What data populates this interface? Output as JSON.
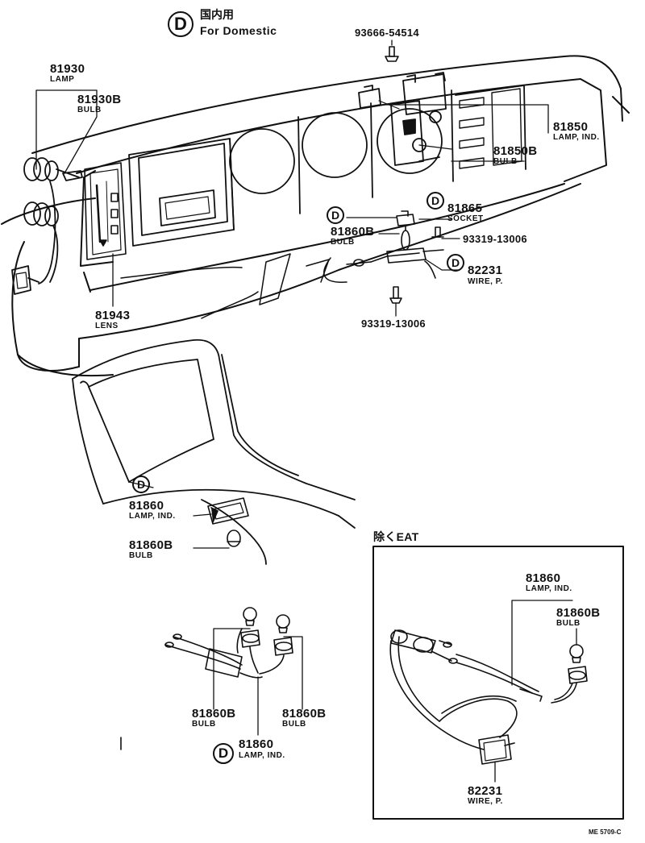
{
  "legend": {
    "symbol": "D",
    "jp": "国内用",
    "en": "For Domestic"
  },
  "parts": {
    "p93666": {
      "number": "93666-54514"
    },
    "p81930": {
      "number": "81930",
      "name": "LAMP"
    },
    "p81930b": {
      "number": "81930B",
      "name": "BULB"
    },
    "p81850": {
      "number": "81850",
      "name": "LAMP, IND."
    },
    "p81850b": {
      "number": "81850B",
      "name": "BULB"
    },
    "p81865": {
      "number": "81865",
      "name": "SOCKET"
    },
    "p81860b_top": {
      "number": "81860B",
      "name": "BULB"
    },
    "p93319_a": {
      "number": "93319-13006"
    },
    "p82231_top": {
      "number": "82231",
      "name": "WIRE, P."
    },
    "p93319_b": {
      "number": "93319-13006"
    },
    "p81943": {
      "number": "81943",
      "name": "LENS"
    },
    "p81860_console": {
      "number": "81860",
      "name": "LAMP, IND."
    },
    "p81860b_console": {
      "number": "81860B",
      "name": "BULB"
    },
    "p81860b_left": {
      "number": "81860B",
      "name": "BULB"
    },
    "p81860b_right": {
      "number": "81860B",
      "name": "BULB"
    },
    "p81860_bottom": {
      "number": "81860",
      "name": "LAMP, IND."
    },
    "p81860_box": {
      "number": "81860",
      "name": "LAMP, IND."
    },
    "p81860b_box": {
      "number": "81860B",
      "name": "BULB"
    },
    "p82231_box": {
      "number": "82231",
      "name": "WIRE, P."
    }
  },
  "domestic_marker": "D",
  "inset": {
    "title": "除くEAT"
  },
  "drawing_code": "ME 5709-C"
}
